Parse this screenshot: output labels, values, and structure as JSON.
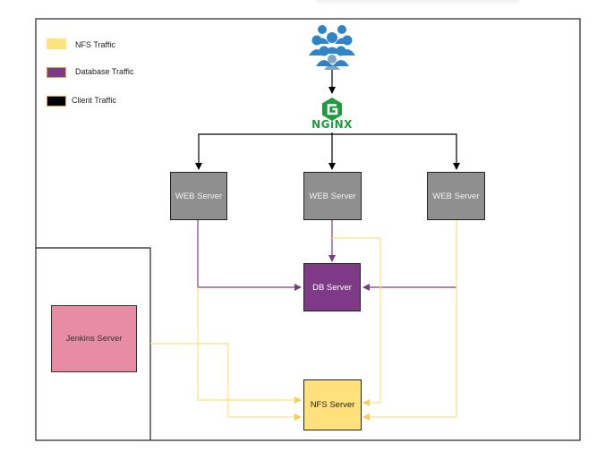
{
  "legend": [
    {
      "label": "NFS Traffic",
      "color": "#ffe27a",
      "border": "#ffe27a"
    },
    {
      "label": "Database Traffic",
      "color": "#7e3a86",
      "border": "#d9a441"
    },
    {
      "label": "Client Traffic",
      "color": "#000000",
      "border": "#d9a441"
    }
  ],
  "users_icon": "users-group-icon",
  "nginx": {
    "icon": "nginx-g-icon",
    "label": "NGiNX",
    "color": "#1f9a3d"
  },
  "servers": {
    "web": [
      "WEB Server",
      "WEB Server",
      "WEB Server"
    ],
    "db": "DB Server",
    "nfs": "NFS Server",
    "jenkins": "Jenkins Server"
  },
  "colors": {
    "nfs_line": "#ffe07a",
    "db_line": "#7e3a86",
    "client_line": "#000000"
  }
}
